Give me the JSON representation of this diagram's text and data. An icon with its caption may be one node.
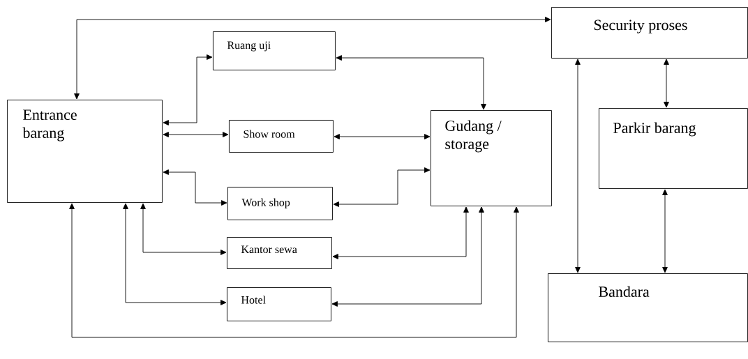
{
  "diagram": {
    "nodes": [
      {
        "text": [
          "Security proses"
        ]
      },
      {
        "text": [
          "Entrance barang"
        ]
      },
      {
        "text": [
          "Ruang uji"
        ]
      },
      {
        "text": [
          "Show room"
        ]
      },
      {
        "text": [
          "Work shop"
        ]
      },
      {
        "text": [
          "Kantor sewa"
        ]
      },
      {
        "text": [
          "Hotel"
        ]
      },
      {
        "text": [
          "Gudang / storage"
        ]
      },
      {
        "text": [
          "Parkir barang"
        ]
      },
      {
        "text": [
          "Bandara"
        ]
      }
    ],
    "edges": [
      {
        "from": 1,
        "to": 0,
        "arrow": "both"
      },
      {
        "from": 1,
        "to": 2,
        "arrow": "both"
      },
      {
        "from": 1,
        "to": 3,
        "arrow": "both"
      },
      {
        "from": 1,
        "to": 4,
        "arrow": "both"
      },
      {
        "from": 1,
        "to": 5,
        "arrow": "both"
      },
      {
        "from": 1,
        "to": 6,
        "arrow": "both"
      },
      {
        "from": 1,
        "to": 7,
        "arrow": "both"
      },
      {
        "from": 2,
        "to": 7,
        "arrow": "both"
      },
      {
        "from": 3,
        "to": 7,
        "arrow": "both"
      },
      {
        "from": 4,
        "to": 7,
        "arrow": "both"
      },
      {
        "from": 5,
        "to": 7,
        "arrow": "both"
      },
      {
        "from": 6,
        "to": 7,
        "arrow": "both"
      },
      {
        "from": 0,
        "to": 9,
        "arrow": "both"
      },
      {
        "from": 0,
        "to": 8,
        "arrow": "both"
      },
      {
        "from": 8,
        "to": 9,
        "arrow": "both"
      }
    ]
  }
}
